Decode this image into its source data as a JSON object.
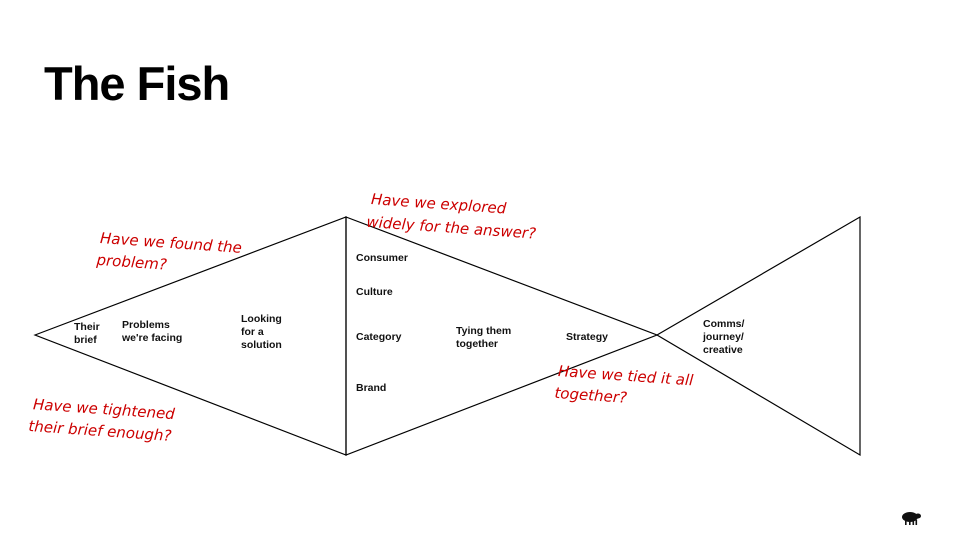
{
  "page": {
    "title": "The Fish"
  },
  "diagram": {
    "stroke_color": "#000000",
    "note_color": "#cc0000",
    "labels": {
      "their_brief": [
        "Their",
        "brief"
      ],
      "problems": [
        "Problems",
        "we're facing"
      ],
      "looking": [
        "Looking",
        "for a",
        "solution"
      ],
      "consumer": "Consumer",
      "culture": "Culture",
      "category": "Category",
      "brand": "Brand",
      "tying": [
        "Tying them",
        "together"
      ],
      "strategy": "Strategy",
      "comms": [
        "Comms/",
        "journey/",
        "creative"
      ]
    },
    "notes": {
      "found_problem": [
        "Have we found the",
        "problem?"
      ],
      "explored": [
        "Have we explored",
        "widely for the answer?"
      ],
      "tightened": [
        "Have we tightened",
        "their brief enough?"
      ],
      "tied": [
        "Have we tied it all",
        "together?"
      ]
    }
  },
  "footer": {
    "logo_icon": "sheep-icon"
  }
}
